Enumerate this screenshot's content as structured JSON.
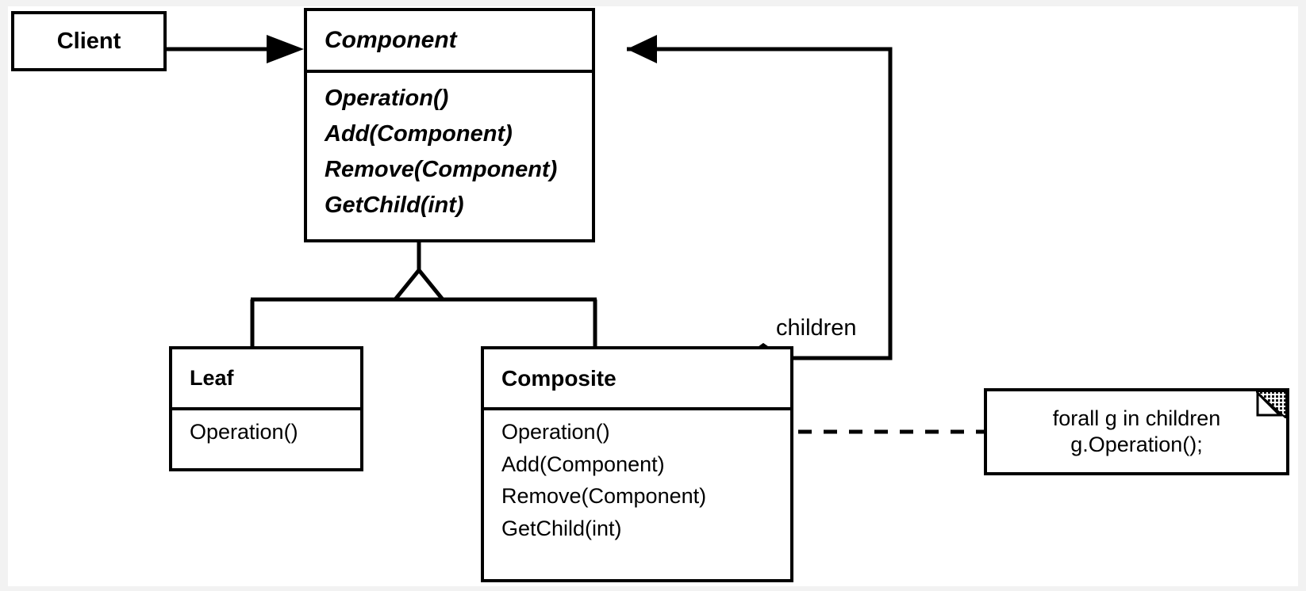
{
  "diagram": {
    "title": "Composite design pattern structure diagram",
    "background": "#ffffff",
    "stroke": "#000000"
  },
  "classes": {
    "client": {
      "name": "Client",
      "italic": false,
      "operations": []
    },
    "component": {
      "name": "Component",
      "italic": true,
      "operations": [
        "Operation()",
        "Add(Component)",
        "Remove(Component)",
        "GetChild(int)"
      ]
    },
    "leaf": {
      "name": "Leaf",
      "italic": false,
      "operations": [
        "Operation()"
      ]
    },
    "composite": {
      "name": "Composite",
      "italic": false,
      "operations": [
        "Operation()",
        "Add(Component)",
        "Remove(Component)",
        "GetChild(int)"
      ]
    }
  },
  "note": {
    "lines": [
      "forall g in children",
      "g.Operation();"
    ]
  },
  "labels": {
    "children": "children"
  },
  "relations": [
    {
      "kind": "association",
      "from": "Client",
      "to": "Component",
      "arrow": "filled-arrowhead"
    },
    {
      "kind": "generalization",
      "from": "Leaf",
      "to": "Component",
      "arrow": "hollow-triangle"
    },
    {
      "kind": "generalization",
      "from": "Composite",
      "to": "Component",
      "arrow": "hollow-triangle"
    },
    {
      "kind": "aggregation",
      "from": "Composite",
      "to": "Component",
      "label": "children",
      "arrow": "hollow-diamond-and-filled-circle"
    },
    {
      "kind": "note-anchor",
      "from": "Composite.Operation()",
      "to": "note",
      "style": "dashed",
      "endpoint": "hollow-circle"
    }
  ]
}
